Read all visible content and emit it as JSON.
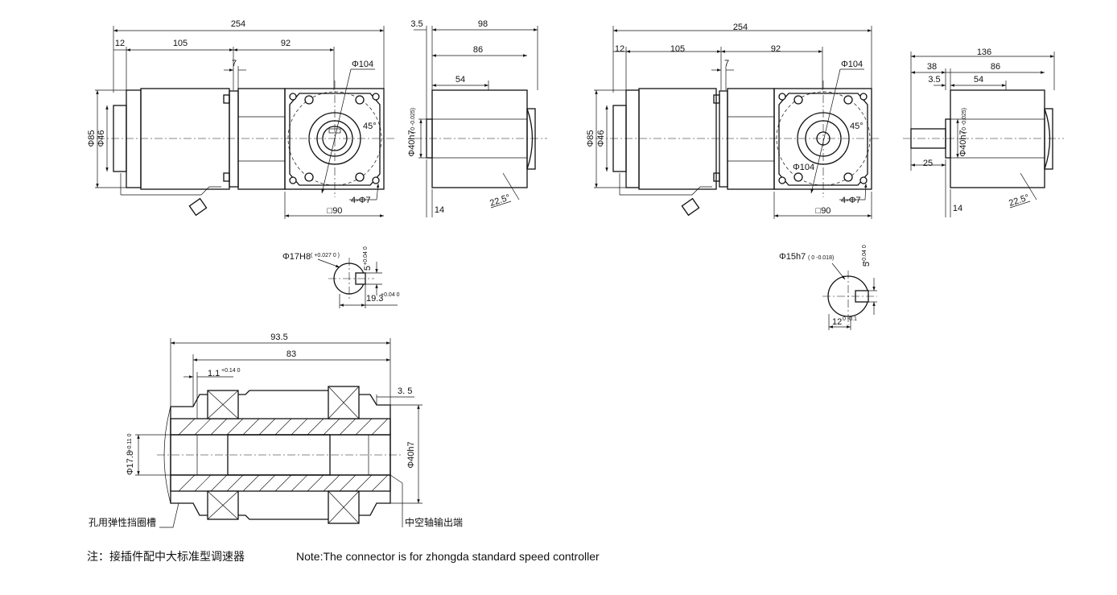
{
  "view1": {
    "overall_length": "254",
    "flange_offset": "12",
    "motor_length": "105",
    "gearbox_length": "92",
    "spacer": "7",
    "mount_circle": "Φ104",
    "angle": "45°",
    "holes": "4-Φ7",
    "square": "□90",
    "dia_body": "Φ85",
    "dia_pilot": "Φ46"
  },
  "view2": {
    "offset": "3.5",
    "total": "98",
    "mid": "86",
    "inner": "54",
    "pilot": "Φ40h7",
    "pilot_tol": "( 0 -0.025)",
    "base": "14",
    "angle": "22.5°"
  },
  "view3": {
    "overall_length": "254",
    "flange_offset": "12",
    "motor_length": "105",
    "gearbox_length": "92",
    "spacer": "7",
    "mount_circle_top": "Φ104",
    "mount_circle_bottom": "Φ104",
    "angle": "45°",
    "holes": "4-Φ7",
    "square": "□90",
    "dia_body": "Φ85",
    "dia_pilot": "Φ46"
  },
  "view4": {
    "total": "136",
    "shaft_ext": "38",
    "mid": "86",
    "offset": "3.5",
    "inner": "54",
    "shaft_len": "25",
    "pilot": "Φ40h7",
    "pilot_tol": "( 0 -0.025)",
    "base": "14",
    "angle": "22.5°"
  },
  "detail_hollow": {
    "bore": "Φ17H8",
    "bore_tol": "( +0.027 0 )",
    "key_width": "5",
    "key_tol": "+0.04 0",
    "key_depth": "19.3",
    "key_depth_tol": "+0.04 0"
  },
  "detail_solid": {
    "shaft": "Φ15h7",
    "shaft_tol": "( 0 -0.018)",
    "key_width": "5",
    "key_tol": "+0.04 0",
    "flat": "12",
    "flat_tol": "0 -0.1"
  },
  "section": {
    "length_total": "93.5",
    "length_inner": "83",
    "groove": "1.1",
    "groove_tol": "+0.14 0",
    "offset": "3. 5",
    "bore": "Φ17.8",
    "bore_tol": "+0.11 0",
    "pilot": "Φ40h7",
    "label_groove": "孔用弹性挡圈槽",
    "label_output": "中空轴输出端"
  },
  "note": {
    "chinese": "注：接插件配中大标准型调速器",
    "english": "Note:The connector is for zhongda standard speed controller"
  }
}
